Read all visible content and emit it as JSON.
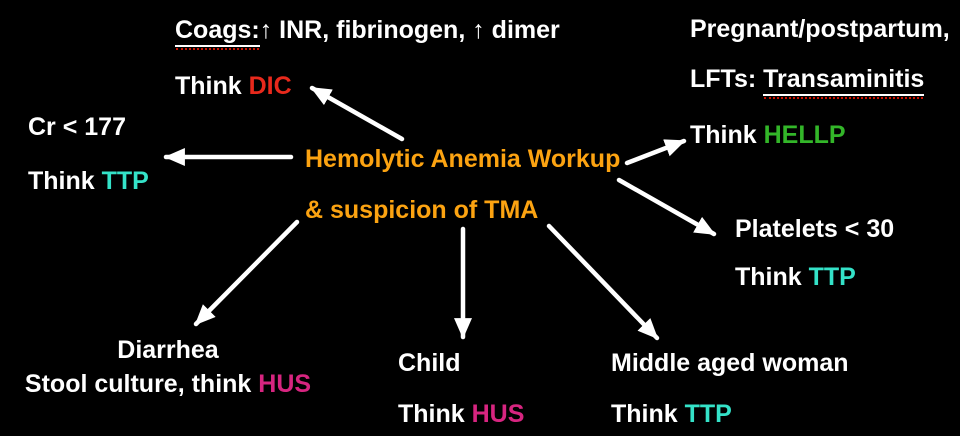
{
  "diagram_title": "Hemolytic Anemia Workup & suspicion of TMA",
  "colors": {
    "background": "#000000",
    "text": "#FFFFFF",
    "arrow": "#FFFFFF",
    "center_node": "#FCA311",
    "dic": "#E8291C",
    "hellp": "#33B629",
    "ttp": "#34E2C8",
    "hus": "#D72580",
    "spellcheck_underline": "#CC1100"
  },
  "center_node": {
    "line1": "Hemolytic Anemia Workup",
    "line2": "& suspicion of TMA"
  },
  "nodes": {
    "dic": {
      "finding_label": "Coags:",
      "finding_rest": "↑ INR, fibrinogen, ↑ dimer",
      "think_prefix": "Think ",
      "diagnosis": "DIC"
    },
    "ttp_left": {
      "finding": "Cr < 177",
      "think_prefix": "Think ",
      "diagnosis": "TTP"
    },
    "hellp": {
      "finding_line1": "Pregnant/postpartum,",
      "finding_line2_label": "LFTs: ",
      "finding_line2_term": "Transaminitis",
      "think_prefix": "Think ",
      "diagnosis": "HELLP"
    },
    "ttp_right": {
      "finding": "Platelets < 30",
      "think_prefix": "Think ",
      "diagnosis": "TTP"
    },
    "hus_left": {
      "finding": "Diarrhea",
      "think_prefix": "Stool culture, think ",
      "diagnosis": "HUS"
    },
    "hus_center": {
      "finding": "Child",
      "think_prefix": "Think ",
      "diagnosis": "HUS"
    },
    "ttp_bottom": {
      "finding": "Middle aged woman",
      "think_prefix": "Think ",
      "diagnosis": "TTP"
    }
  },
  "connections": [
    {
      "from": "center",
      "to": "dic"
    },
    {
      "from": "center",
      "to": "ttp_left"
    },
    {
      "from": "center",
      "to": "hellp"
    },
    {
      "from": "center",
      "to": "ttp_right"
    },
    {
      "from": "center",
      "to": "hus_left"
    },
    {
      "from": "center",
      "to": "hus_center"
    },
    {
      "from": "center",
      "to": "ttp_bottom"
    }
  ]
}
